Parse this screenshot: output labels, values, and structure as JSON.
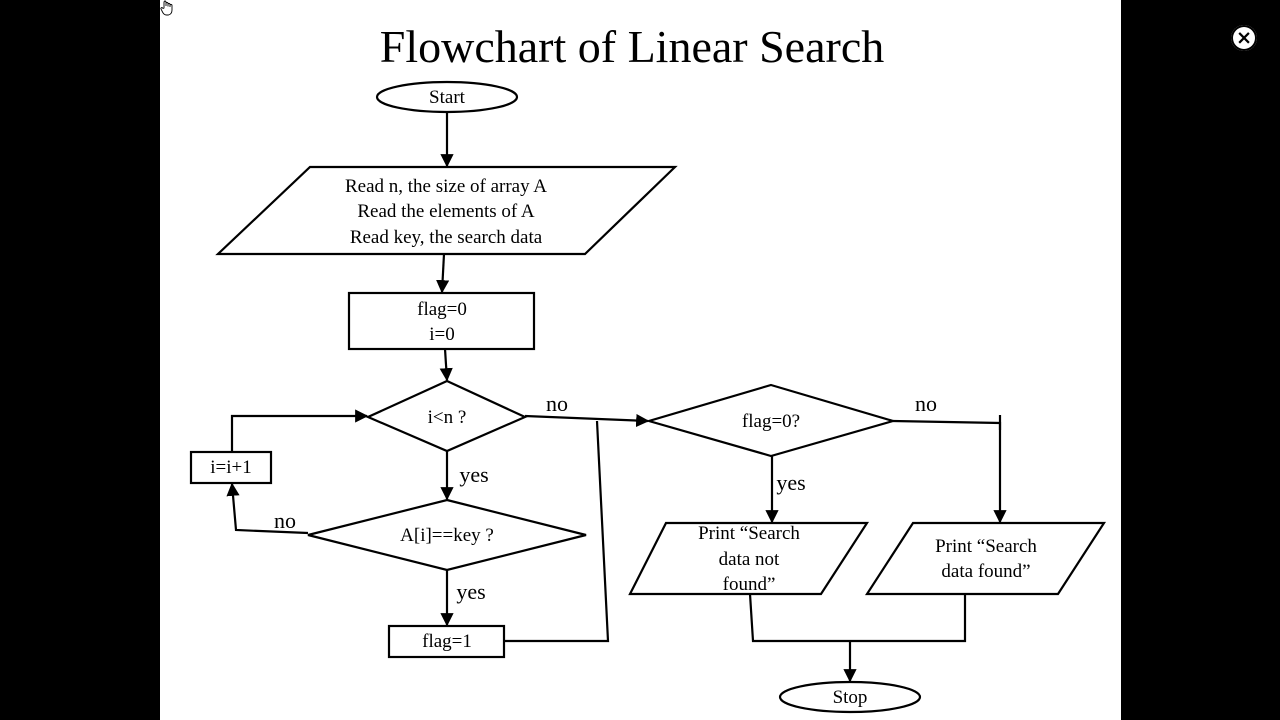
{
  "slide": {
    "title": "Flowchart of Linear Search",
    "nodes": {
      "start": "Start",
      "input": [
        "Read n, the size of array A",
        "Read the elements of A",
        "Read key, the search data"
      ],
      "init": [
        "flag=0",
        "i=0"
      ],
      "loop_condition": "i<n ?",
      "compare": "A[i]==key ?",
      "increment": "i=i+1",
      "set_flag": "flag=1",
      "flag_check": "flag=0?",
      "not_found": [
        "Print “Search",
        "data not",
        "found”"
      ],
      "found": [
        "Print “Search",
        "data found”"
      ],
      "stop": "Stop"
    },
    "branches": {
      "loop_no": "no",
      "loop_yes": "yes",
      "compare_no": "no",
      "compare_yes": "yes",
      "flag_no": "no",
      "flag_yes": "yes"
    }
  },
  "viewer": {
    "close_icon": "×"
  }
}
